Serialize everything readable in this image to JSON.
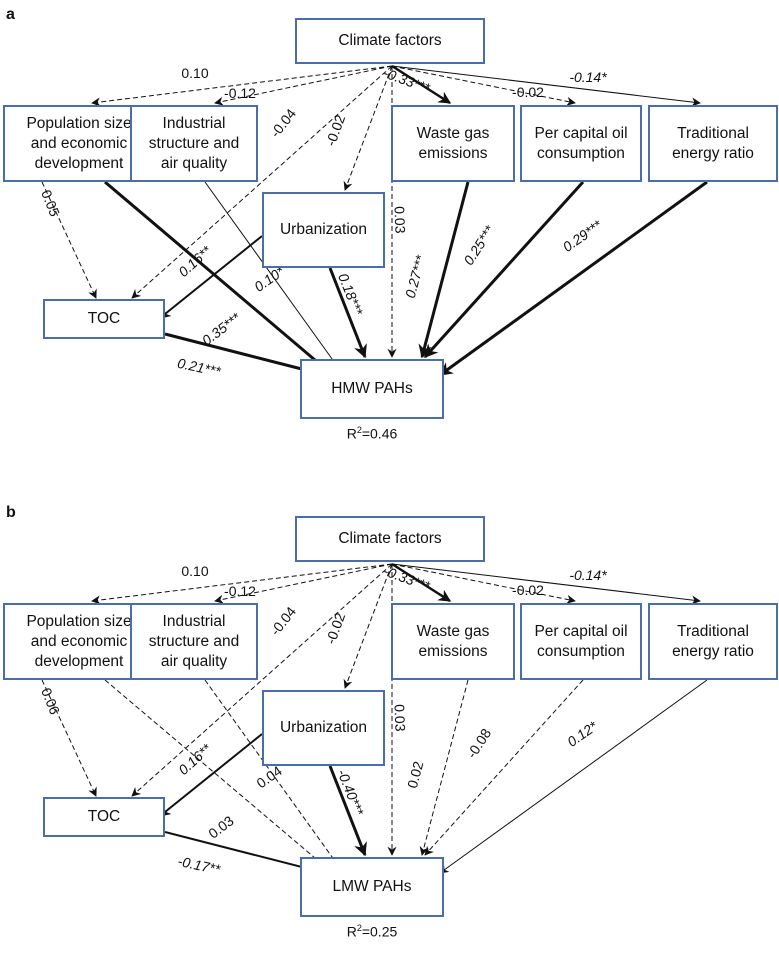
{
  "panels": [
    {
      "letter": "a",
      "nodes": {
        "climate": "Climate factors",
        "pop": "Population size\nand economic\ndevelopment",
        "ind": "Industrial\nstructure and\nair quality",
        "waste": "Waste gas\nemissions",
        "oil": "Per capital oil\nconsumption",
        "trad": "Traditional\nenergy ratio",
        "urban": "Urbanization",
        "toc": "TOC",
        "target": "HMW PAHs"
      },
      "r2_prefix": "R",
      "r2_sup": "2",
      "r2_value": "=0.46",
      "edges": [
        {
          "from": "climate",
          "to": "pop",
          "label": "0.10",
          "style": "dashed",
          "weight": 1,
          "sig": false
        },
        {
          "from": "climate",
          "to": "ind",
          "label": "-0.12",
          "style": "dashed",
          "weight": 1,
          "sig": false
        },
        {
          "from": "climate",
          "to": "toc",
          "label": "-0.04",
          "style": "dashed",
          "weight": 1,
          "sig": false
        },
        {
          "from": "climate",
          "to": "urban",
          "label": "-0.02",
          "style": "dashed",
          "weight": 1,
          "sig": false
        },
        {
          "from": "climate",
          "to": "target",
          "label": "0.03",
          "style": "dashed",
          "weight": 1,
          "sig": false
        },
        {
          "from": "climate",
          "to": "waste",
          "label": "-0.33***",
          "style": "solid",
          "weight": 2.5,
          "sig": true
        },
        {
          "from": "climate",
          "to": "oil",
          "label": "-0.02",
          "style": "dashed",
          "weight": 1,
          "sig": false
        },
        {
          "from": "climate",
          "to": "trad",
          "label": "-0.14*",
          "style": "solid",
          "weight": 1,
          "sig": true
        },
        {
          "from": "pop",
          "to": "toc",
          "label": "0.05",
          "style": "dashed",
          "weight": 1,
          "sig": false
        },
        {
          "from": "pop",
          "to": "target",
          "label": "0.35***",
          "style": "solid",
          "weight": 3,
          "sig": true
        },
        {
          "from": "ind",
          "to": "target",
          "label": "0.10*",
          "style": "solid",
          "weight": 1,
          "sig": true
        },
        {
          "from": "urban",
          "to": "toc",
          "label": "0.16**",
          "style": "solid",
          "weight": 2,
          "sig": true
        },
        {
          "from": "urban",
          "to": "target",
          "label": "0.18***",
          "style": "solid",
          "weight": 3,
          "sig": true
        },
        {
          "from": "toc",
          "to": "target",
          "label": "0.21***",
          "style": "solid",
          "weight": 3,
          "sig": true
        },
        {
          "from": "waste",
          "to": "target",
          "label": "0.27***",
          "style": "solid",
          "weight": 3,
          "sig": true
        },
        {
          "from": "oil",
          "to": "target",
          "label": "0.25***",
          "style": "solid",
          "weight": 3,
          "sig": true
        },
        {
          "from": "trad",
          "to": "target",
          "label": "0.29***",
          "style": "solid",
          "weight": 3,
          "sig": true
        }
      ]
    },
    {
      "letter": "b",
      "nodes": {
        "climate": "Climate factors",
        "pop": "Population size\nand economic\ndevelopment",
        "ind": "Industrial\nstructure and\nair quality",
        "waste": "Waste gas\nemissions",
        "oil": "Per capital oil\nconsumption",
        "trad": "Traditional\nenergy ratio",
        "urban": "Urbanization",
        "toc": "TOC",
        "target": "LMW PAHs"
      },
      "r2_prefix": "R",
      "r2_sup": "2",
      "r2_value": "=0.25",
      "edges": [
        {
          "from": "climate",
          "to": "pop",
          "label": "0.10",
          "style": "dashed",
          "weight": 1,
          "sig": false
        },
        {
          "from": "climate",
          "to": "ind",
          "label": "-0.12",
          "style": "dashed",
          "weight": 1,
          "sig": false
        },
        {
          "from": "climate",
          "to": "toc",
          "label": "-0.04",
          "style": "dashed",
          "weight": 1,
          "sig": false
        },
        {
          "from": "climate",
          "to": "urban",
          "label": "-0.02",
          "style": "dashed",
          "weight": 1,
          "sig": false
        },
        {
          "from": "climate",
          "to": "target",
          "label": "0.03",
          "style": "dashed",
          "weight": 1,
          "sig": false
        },
        {
          "from": "climate",
          "to": "waste",
          "label": "-0.33***",
          "style": "solid",
          "weight": 2.5,
          "sig": true
        },
        {
          "from": "climate",
          "to": "oil",
          "label": "-0.02",
          "style": "dashed",
          "weight": 1,
          "sig": false
        },
        {
          "from": "climate",
          "to": "trad",
          "label": "-0.14*",
          "style": "solid",
          "weight": 1,
          "sig": true
        },
        {
          "from": "pop",
          "to": "toc",
          "label": "0.06",
          "style": "dashed",
          "weight": 1,
          "sig": false
        },
        {
          "from": "pop",
          "to": "target",
          "label": "0.03",
          "style": "dashed",
          "weight": 1,
          "sig": false
        },
        {
          "from": "ind",
          "to": "target",
          "label": "0.04",
          "style": "dashed",
          "weight": 1,
          "sig": false
        },
        {
          "from": "urban",
          "to": "toc",
          "label": "0.16**",
          "style": "solid",
          "weight": 2,
          "sig": true
        },
        {
          "from": "urban",
          "to": "target",
          "label": "-0.40***",
          "style": "solid",
          "weight": 3,
          "sig": true
        },
        {
          "from": "toc",
          "to": "target",
          "label": "-0.17**",
          "style": "solid",
          "weight": 2,
          "sig": true
        },
        {
          "from": "waste",
          "to": "target",
          "label": "0.02",
          "style": "dashed",
          "weight": 1,
          "sig": false
        },
        {
          "from": "oil",
          "to": "target",
          "label": "-0.08",
          "style": "dashed",
          "weight": 1,
          "sig": false
        },
        {
          "from": "trad",
          "to": "target",
          "label": "0.12*",
          "style": "solid",
          "weight": 1,
          "sig": true
        }
      ]
    }
  ]
}
